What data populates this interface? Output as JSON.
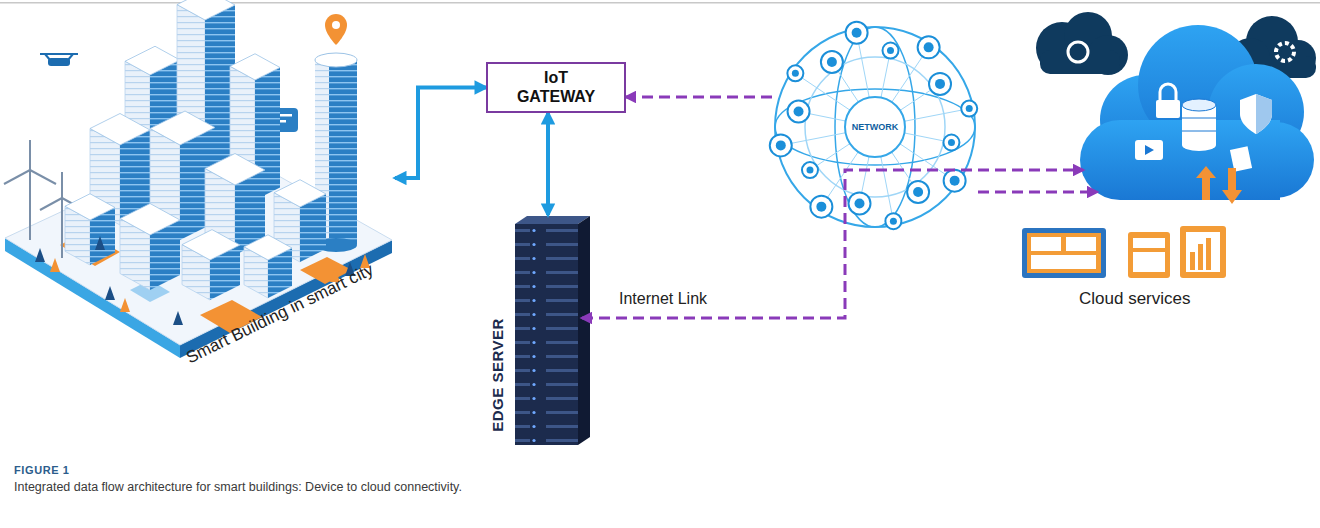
{
  "diagram": {
    "caption": "Integrated data flow architecture for smart buildings: Device to cloud connectivity.",
    "nodes": [
      {
        "text": [
          "Smart Building in smart city"
        ]
      },
      {
        "text": [
          "IoT GATEWAY"
        ]
      },
      {
        "text": [
          "EDGE SERVER"
        ]
      },
      {
        "text": [
          "NETWORK"
        ]
      },
      {
        "text": [
          "Cloud services"
        ]
      }
    ],
    "edges": [
      {
        "from": 0,
        "to": 1,
        "arrow": "both"
      },
      {
        "from": 1,
        "to": 2,
        "arrow": "both"
      },
      {
        "from": 3,
        "to": 1,
        "arrow": "to"
      },
      {
        "from": 3,
        "to": 4,
        "arrow": "to"
      },
      {
        "from": 2,
        "to": 4,
        "arrow": "both",
        "label": "Internet Link"
      }
    ],
    "labels": [
      "FIGURE 1"
    ]
  }
}
